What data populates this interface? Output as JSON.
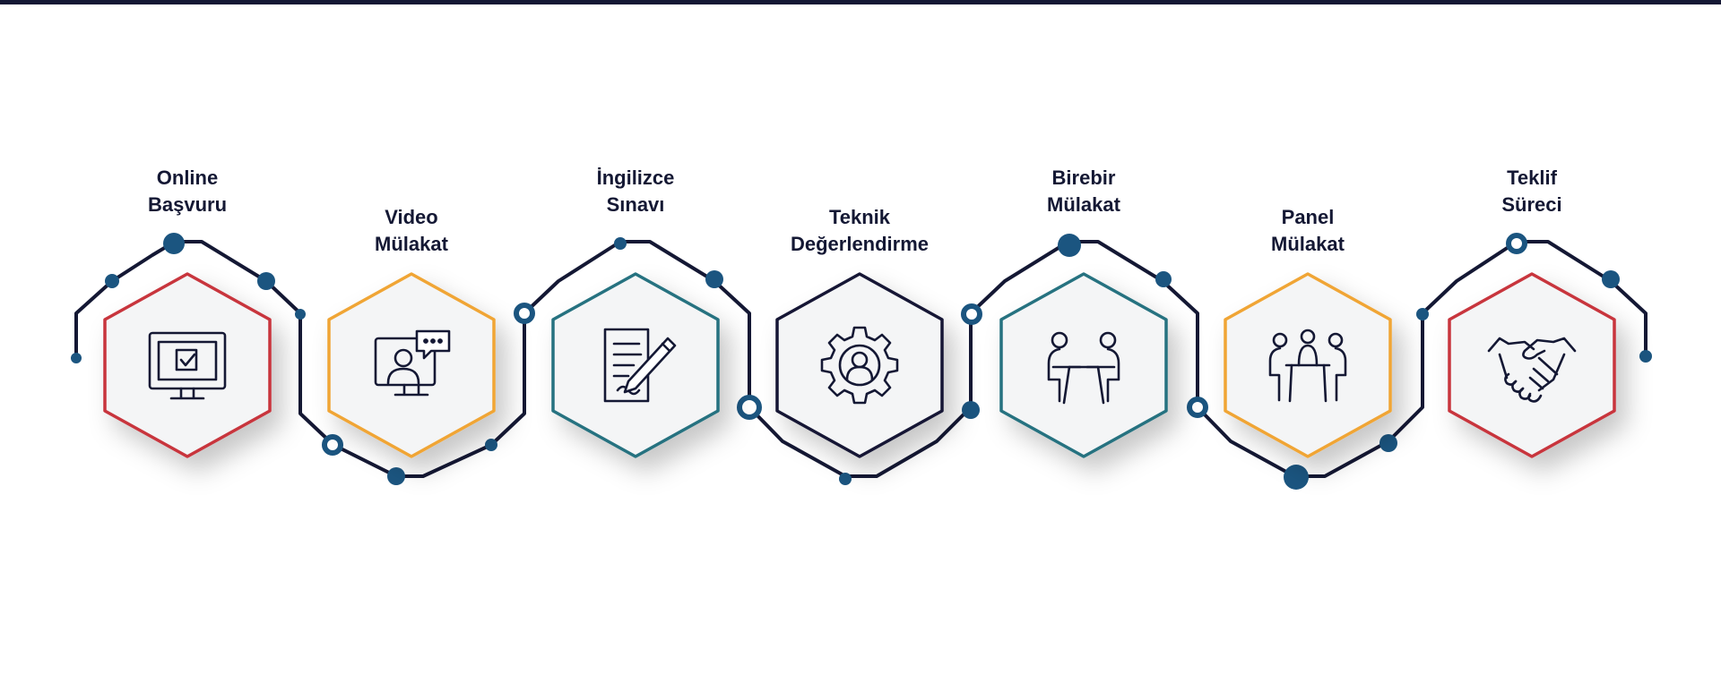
{
  "steps": [
    {
      "line1": "Online",
      "line2": "Başvuru",
      "color": "#c8343c",
      "icon": "monitor-check-icon"
    },
    {
      "line1": "Video",
      "line2": "Mülakat",
      "color": "#f0a535",
      "icon": "video-call-icon"
    },
    {
      "line1": "İngilizce",
      "line2": "Sınavı",
      "color": "#267280",
      "icon": "document-pen-icon"
    },
    {
      "line1": "Teknik",
      "line2": "Değerlendirme",
      "color": "#141834",
      "icon": "gear-person-icon"
    },
    {
      "line1": "Birebir",
      "line2": "Mülakat",
      "color": "#267280",
      "icon": "one-on-one-meeting-icon"
    },
    {
      "line1": "Panel",
      "line2": "Mülakat",
      "color": "#f0a535",
      "icon": "panel-meeting-icon"
    },
    {
      "line1": "Teklif",
      "line2": "Süreci",
      "color": "#c8343c",
      "icon": "handshake-icon"
    }
  ],
  "colors": {
    "path": "#141834",
    "dot": "#1b5580",
    "dot_light": "#1d6893",
    "top_bar": "#141834"
  }
}
